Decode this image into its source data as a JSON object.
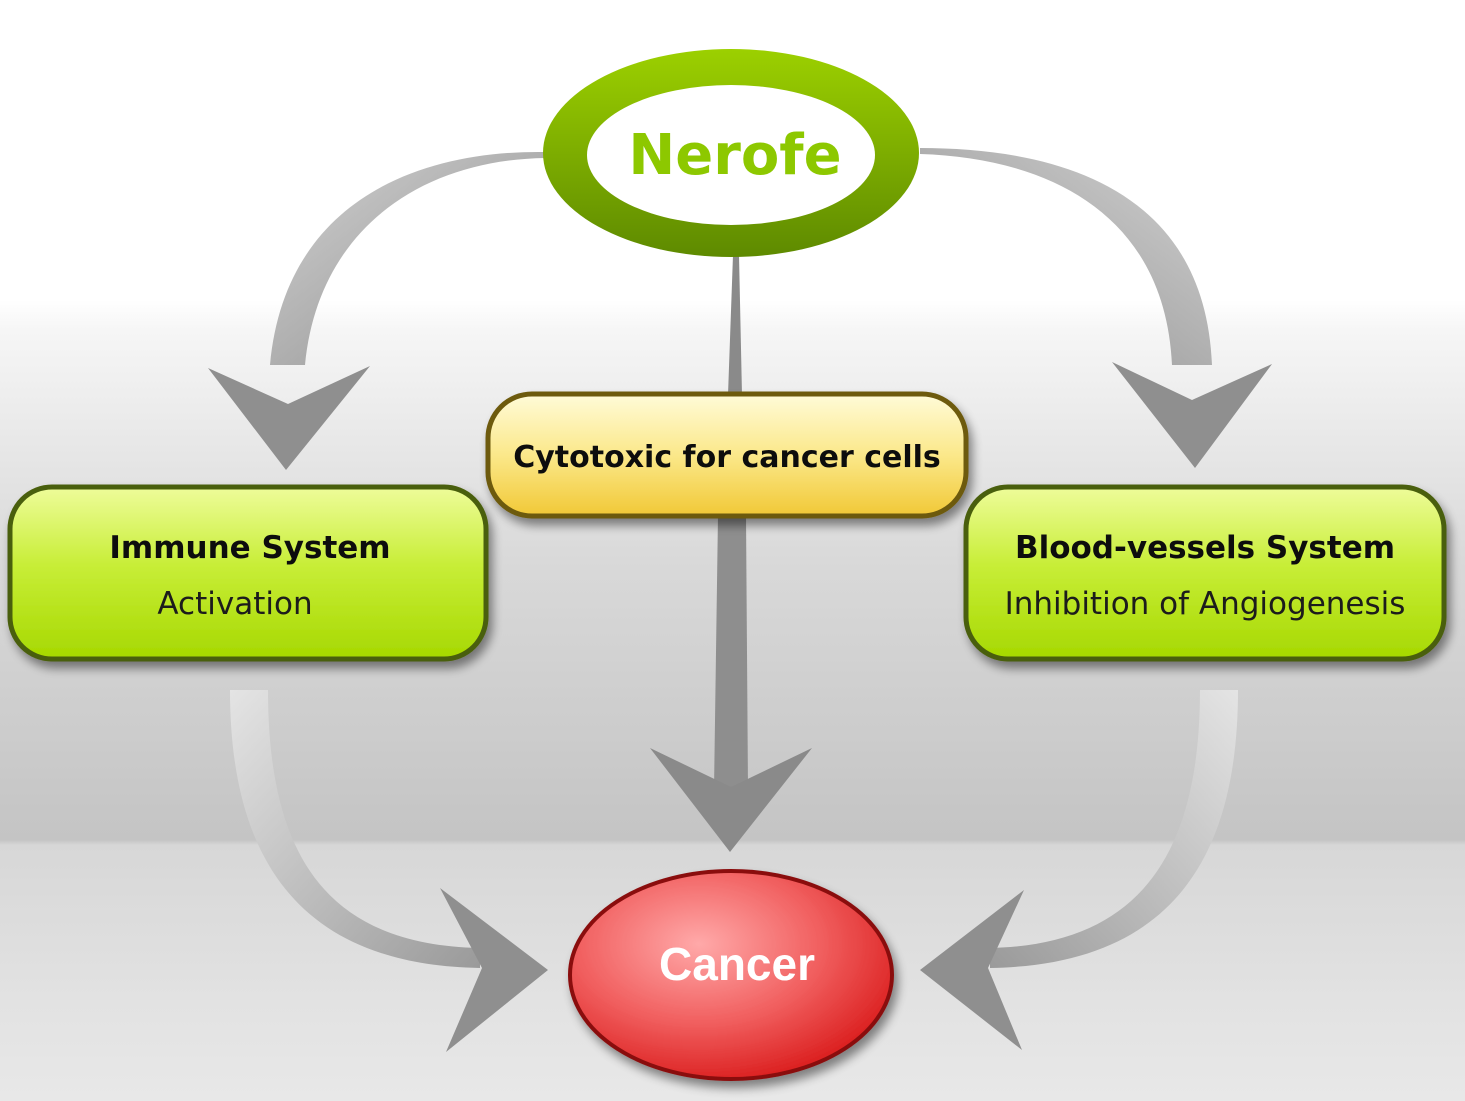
{
  "diagram": {
    "root": {
      "label": "Nerofe"
    },
    "immune": {
      "title": "Immune System",
      "subtitle": "Activation"
    },
    "cytotoxic": {
      "label": "Cytotoxic for cancer cells"
    },
    "blood": {
      "title": "Blood-vessels System",
      "subtitle": "Inhibition of Angiogenesis"
    },
    "target": {
      "label": "Cancer"
    }
  },
  "colors": {
    "green_dark": "#5a7a00",
    "green_light": "#8ec400",
    "box_green": "#c2ea2a",
    "box_border": "#4a5e08",
    "yellow": "#f5e070",
    "yellow_border": "#6d5a10",
    "red": "#e23030",
    "red_border": "#8a1010",
    "arrow_gray": "#9a9a9a"
  }
}
